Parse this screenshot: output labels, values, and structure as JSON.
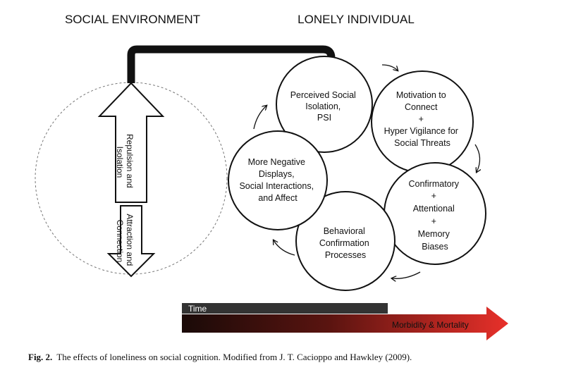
{
  "headings": {
    "left": "SOCIAL ENVIRONMENT",
    "right": "LONELY INDIVIDUAL"
  },
  "environment": {
    "up_arrow_label": [
      "Repulsion and",
      "Isolation"
    ],
    "down_arrow_label": [
      "Attraction and",
      "Connection"
    ]
  },
  "cycle": [
    {
      "id": "perceived",
      "lines": [
        "Perceived Social",
        "Isolation,",
        "PSI"
      ]
    },
    {
      "id": "motivation",
      "lines": [
        "Motivation to",
        "Connect",
        "+",
        "Hyper Vigilance for",
        "Social Threats"
      ]
    },
    {
      "id": "confirmatory",
      "lines": [
        "Confirmatory",
        "+",
        "Attentional",
        "+",
        "Memory",
        "Biases"
      ]
    },
    {
      "id": "behavioral",
      "lines": [
        "Behavioral",
        "Confirmation",
        "Processes"
      ]
    },
    {
      "id": "negative",
      "lines": [
        "More Negative",
        "Displays,",
        "Social Interactions,",
        "and Affect"
      ]
    }
  ],
  "timeline": {
    "time_label": "Time",
    "outcome_label": "Morbidity & Mortality",
    "gradient_start": "#1a0a08",
    "gradient_end": "#e8302a"
  },
  "caption": {
    "fig": "Fig. 2.",
    "text": "The effects of loneliness on social cognition. Modified from J. T. Cacioppo and Hawkley (2009)."
  }
}
